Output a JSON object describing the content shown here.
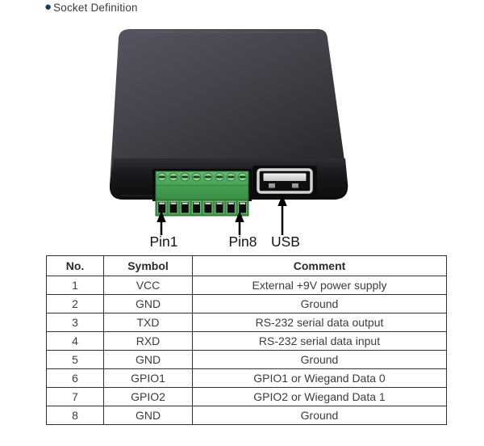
{
  "header": {
    "bullet_glyph": "●",
    "title": "Socket Definition"
  },
  "figure": {
    "labels": {
      "pin1": "Pin1",
      "pin8": "Pin8",
      "usb": "USB"
    },
    "colors": {
      "bullet": "#1f3864",
      "device_body": "#45454d",
      "device_front": "#141416",
      "terminal_green": "#46a052",
      "terminal_screw": "#93d49b",
      "usb_metal": "#d4d4d4",
      "arrow": "#000000",
      "table_border": "#333333"
    }
  },
  "table": {
    "headers": [
      "No.",
      "Symbol",
      "Comment"
    ],
    "rows": [
      [
        "1",
        "VCC",
        "External +9V power supply"
      ],
      [
        "2",
        "GND",
        "Ground"
      ],
      [
        "3",
        "TXD",
        "RS-232 serial data output"
      ],
      [
        "4",
        "RXD",
        "RS-232 serial data input"
      ],
      [
        "5",
        "GND",
        "Ground"
      ],
      [
        "6",
        "GPIO1",
        "GPIO1 or Wiegand Data 0"
      ],
      [
        "7",
        "GPIO2",
        "GPIO2 or Wiegand Data 1"
      ],
      [
        "8",
        "GND",
        "Ground"
      ]
    ]
  }
}
